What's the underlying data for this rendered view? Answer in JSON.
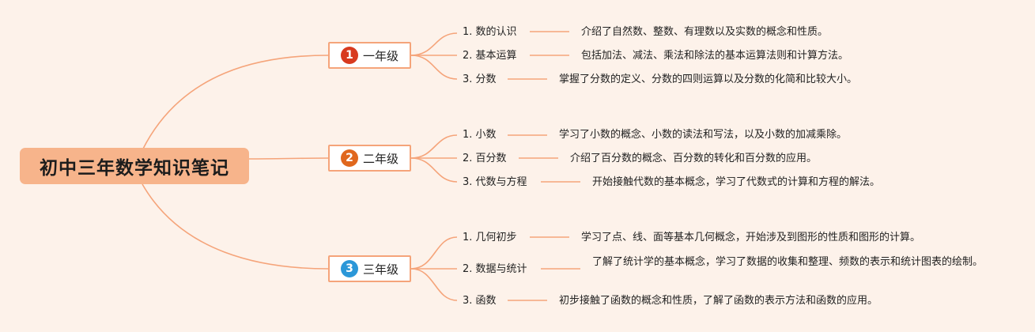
{
  "root": {
    "title": "初中三年数学知识笔记"
  },
  "branches": [
    {
      "number": "1",
      "label": "一年级",
      "badge_color": "#d83a1f",
      "topics": [
        {
          "label": "1. 数的认识",
          "desc": "介绍了自然数、整数、有理数以及实数的概念和性质。"
        },
        {
          "label": "2. 基本运算",
          "desc": "包括加法、减法、乘法和除法的基本运算法则和计算方法。"
        },
        {
          "label": "3. 分数",
          "desc": "掌握了分数的定义、分数的四则运算以及分数的化简和比较大小。"
        }
      ]
    },
    {
      "number": "2",
      "label": "二年级",
      "badge_color": "#e0671d",
      "topics": [
        {
          "label": "1. 小数",
          "desc": "学习了小数的概念、小数的读法和写法，以及小数的加减乘除。"
        },
        {
          "label": "2. 百分数",
          "desc": "介绍了百分数的概念、百分数的转化和百分数的应用。"
        },
        {
          "label": "3. 代数与方程",
          "desc": "开始接触代数的基本概念，学习了代数式的计算和方程的解法。"
        }
      ]
    },
    {
      "number": "3",
      "label": "三年级",
      "badge_color": "#2b97d8",
      "topics": [
        {
          "label": "1. 几何初步",
          "desc": "学习了点、线、面等基本几何概念，开始涉及到图形的性质和图形的计算。"
        },
        {
          "label": "2. 数据与统计",
          "desc": "了解了统计学的基本概念，学习了数据的收集和整理、频数的表示和统计图表的绘制。"
        },
        {
          "label": "3. 函数",
          "desc": "初步接触了函数的概念和性质，了解了函数的表示方法和函数的应用。"
        }
      ]
    }
  ],
  "colors": {
    "line": "#f5a47a",
    "root_fill": "#f7b48b",
    "background": "#fdf2ea"
  }
}
